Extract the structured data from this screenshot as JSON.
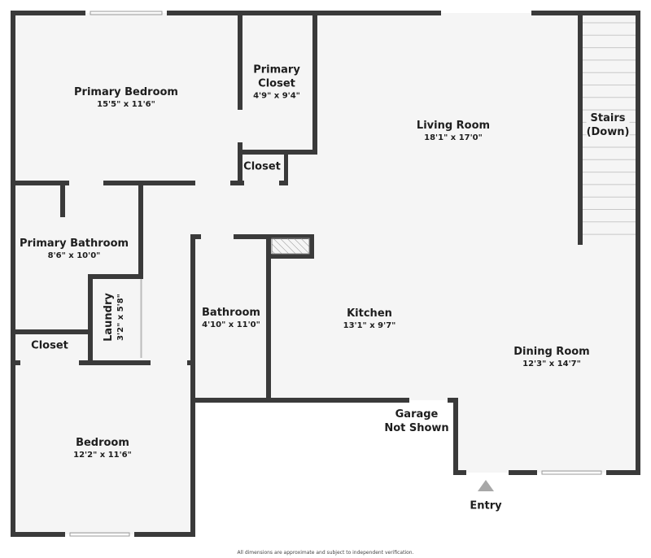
{
  "colors": {
    "wall": "#3a3a3a",
    "floor": "#f5f5f5",
    "entry_arrow": "#a8a8a8"
  },
  "rooms": {
    "primary_bedroom": {
      "name": "Primary Bedroom",
      "dims": "15'5\" x 11'6\""
    },
    "primary_closet": {
      "name1": "Primary",
      "name2": "Closet",
      "dims": "4'9\" x 9'4\""
    },
    "closet_upper": {
      "name": "Closet"
    },
    "living_room": {
      "name": "Living Room",
      "dims": "18'1\" x 17'0\""
    },
    "stairs": {
      "name1": "Stairs",
      "name2": "(Down)"
    },
    "primary_bathroom": {
      "name": "Primary Bathroom",
      "dims": "8'6\" x 10'0\""
    },
    "laundry": {
      "name": "Laundry",
      "dims": "3'2\" x 5'8\""
    },
    "closet_lower": {
      "name": "Closet"
    },
    "bathroom": {
      "name": "Bathroom",
      "dims": "4'10\" x 11'0\""
    },
    "kitchen": {
      "name": "Kitchen",
      "dims": "13'1\" x 9'7\""
    },
    "dining_room": {
      "name": "Dining Room",
      "dims": "12'3\" x 14'7\""
    },
    "bedroom": {
      "name": "Bedroom",
      "dims": "12'2\" x 11'6\""
    }
  },
  "garage": {
    "line1": "Garage",
    "line2": "Not Shown"
  },
  "entry": {
    "label": "Entry"
  },
  "footer": "All dimensions are approximate and subject to independent verification."
}
